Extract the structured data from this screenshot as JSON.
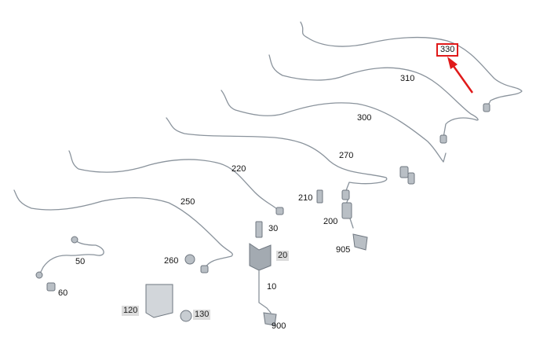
{
  "diagram": {
    "highlight_color": "#e01a1a",
    "line_color": "#8a939c",
    "part_color": "#b9bfc5",
    "parts": [
      {
        "id": "330",
        "highlighted": true
      },
      {
        "id": "310"
      },
      {
        "id": "300"
      },
      {
        "id": "270"
      },
      {
        "id": "220"
      },
      {
        "id": "250"
      },
      {
        "id": "210"
      },
      {
        "id": "200"
      },
      {
        "id": "905"
      },
      {
        "id": "30"
      },
      {
        "id": "20",
        "shaded": true
      },
      {
        "id": "10"
      },
      {
        "id": "900"
      },
      {
        "id": "260"
      },
      {
        "id": "50"
      },
      {
        "id": "60"
      },
      {
        "id": "120",
        "shaded": true
      },
      {
        "id": "130",
        "shaded": true
      }
    ]
  }
}
